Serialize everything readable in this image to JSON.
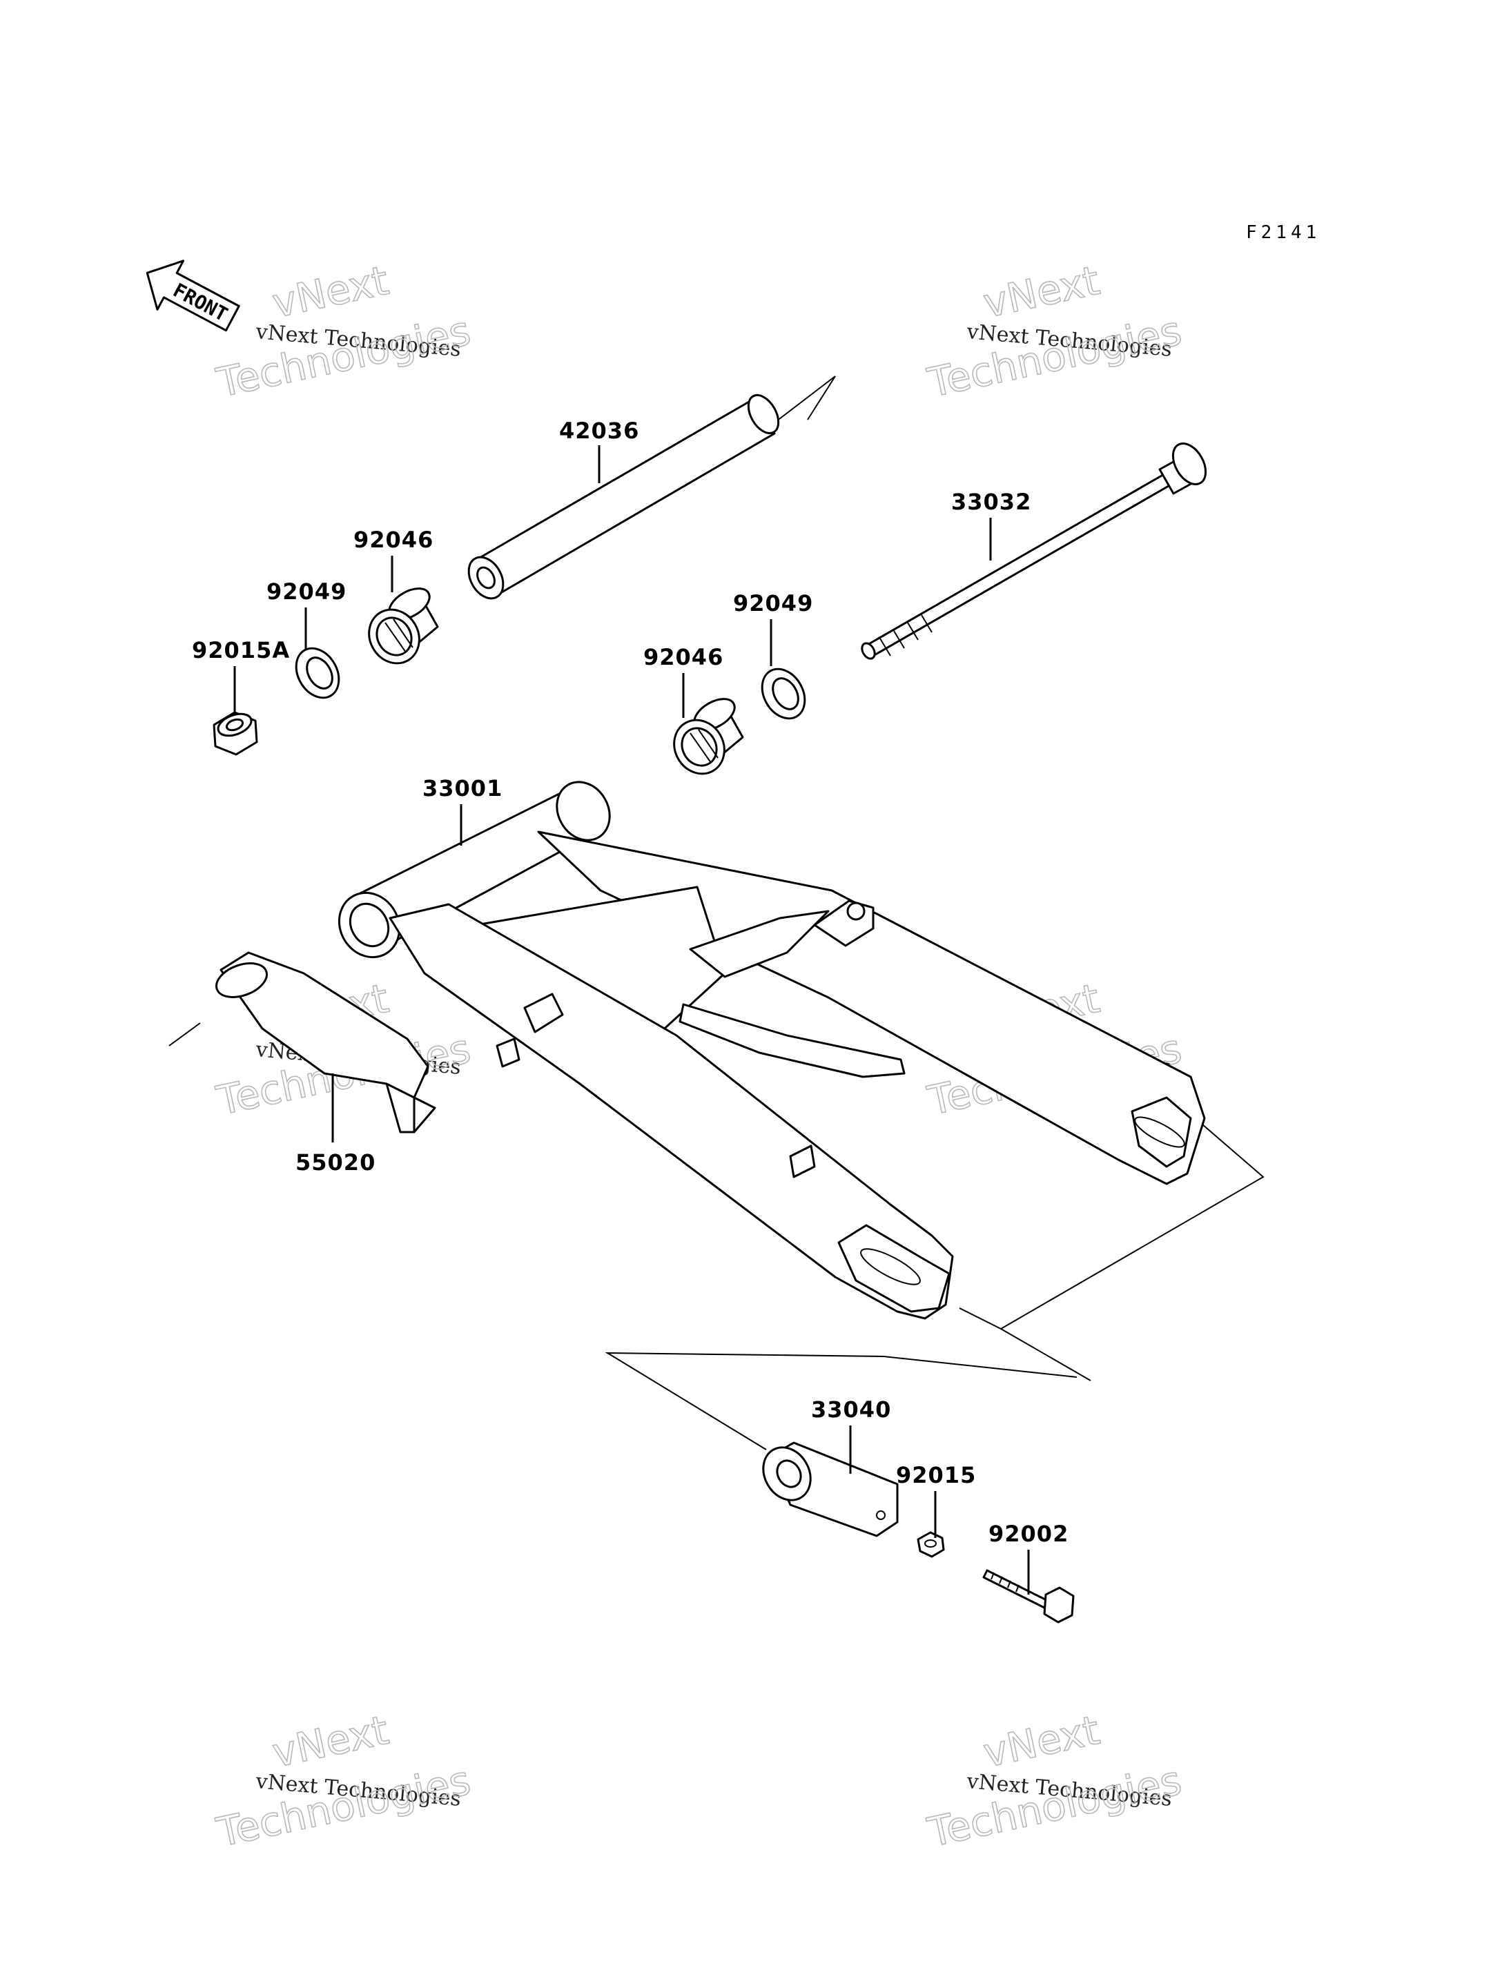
{
  "figure_id": "F2141",
  "front_arrow_label": "FRONT",
  "parts": [
    {
      "number": "42036"
    },
    {
      "number": "33032"
    },
    {
      "number": "92046"
    },
    {
      "number": "92049"
    },
    {
      "number": "92015A"
    },
    {
      "number": "92049"
    },
    {
      "number": "92046"
    },
    {
      "number": "33001"
    },
    {
      "number": "55020"
    },
    {
      "number": "33040"
    },
    {
      "number": "92015"
    },
    {
      "number": "92002"
    }
  ],
  "watermark": {
    "line1": "vNext",
    "line2": "vNext Technologies",
    "line3": "Technologies"
  }
}
